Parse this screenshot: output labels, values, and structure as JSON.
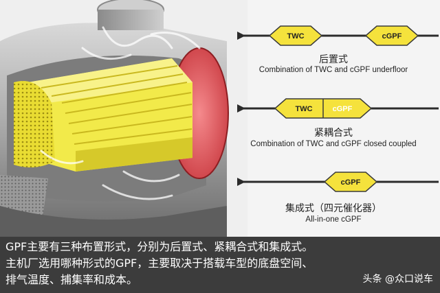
{
  "diagram": {
    "rows": [
      {
        "boxes": [
          {
            "label": "TWC"
          },
          {
            "label": "cGPF"
          }
        ],
        "title_cn": "后置式",
        "title_en": "Combination of TWC and cGPF underfloor"
      },
      {
        "boxes": [
          {
            "label": "TWC"
          },
          {
            "label": "cGPF"
          }
        ],
        "title_cn": "紧耦合式",
        "title_en": "Combination of TWC and cGPF closed coupled"
      },
      {
        "boxes": [
          {
            "label": "cGPF"
          }
        ],
        "title_cn": "集成式（四元催化器）",
        "title_en": "All-in-one cGPF"
      }
    ]
  },
  "caption": {
    "lines": [
      "GPF主要有三种布置形式，分别为后置式、紧耦合式和集成式。",
      "主机厂选用哪种形式的GPF，主要取决于搭载车型的底盘空间、",
      "排气温度、捕集率和成本。"
    ],
    "watermark": "头条 @众口说车"
  },
  "colors": {
    "pipe": "#2b2b2b",
    "converter_fill": "#f5e23c",
    "converter_stroke": "#3a3a3a",
    "box_text": "#222222",
    "caption_bg": "#1e1e1e",
    "catalyst_yellow": "#f2ea4a",
    "catalyst_red": "#e8585d"
  }
}
